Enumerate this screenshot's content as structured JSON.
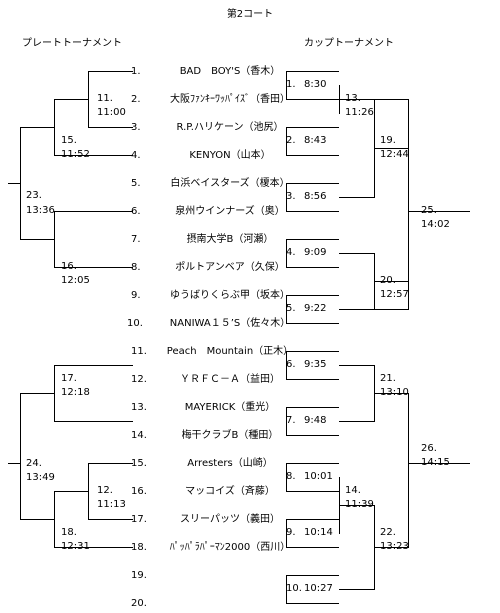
{
  "title": "第2コート",
  "plate_header": "プレートトーナメント",
  "cup_header": "カップトーナメント",
  "entries": [
    {
      "no": "1.",
      "team": "BAD　BOY'S（香木）"
    },
    {
      "no": "2.",
      "team": "大阪ﾌｧﾝｷｰﾜｯﾊﾟｲｽﾞ（香田）"
    },
    {
      "no": "3.",
      "team": "R.P.ハリケーン（池尻）"
    },
    {
      "no": "4.",
      "team": "KENYON（山本）"
    },
    {
      "no": "5.",
      "team": "白浜ベイスターズ（榎本）"
    },
    {
      "no": "6.",
      "team": "泉州ウインナーズ（奥）"
    },
    {
      "no": "7.",
      "team": "摂南大学B（河瀬）"
    },
    {
      "no": "8.",
      "team": "ポルトアンベア（久保）"
    },
    {
      "no": "9.",
      "team": "ゆうばりくらぶ甲（坂本）"
    },
    {
      "no": "10.",
      "team": "NANIWA１５’S（佐々木）"
    },
    {
      "no": "11.",
      "team": "Peach　Mountain（正木）"
    },
    {
      "no": "12.",
      "team": "ＹＲＦＣ－Ａ（益田）"
    },
    {
      "no": "13.",
      "team": "MAYERICK（重光）"
    },
    {
      "no": "14.",
      "team": "梅干クラブB（種田）"
    },
    {
      "no": "15.",
      "team": "Arresters（山崎）"
    },
    {
      "no": "16.",
      "team": "マッコイズ（斉藤）"
    },
    {
      "no": "17.",
      "team": "スリーパッツ（義田）"
    },
    {
      "no": "18.",
      "team": "ﾊﾟｯﾊﾟﾗﾊﾟｰﾏﾝ2000（西川）"
    },
    {
      "no": "19.",
      "team": ""
    },
    {
      "no": "20.",
      "team": ""
    }
  ],
  "plate_matches": [
    {
      "no": "11.",
      "time": "11:00"
    },
    {
      "no": "15.",
      "time": "11:52"
    },
    {
      "no": "16.",
      "time": "12:05"
    },
    {
      "no": "23.",
      "time": "13:36"
    },
    {
      "no": "17.",
      "time": "12:18"
    },
    {
      "no": "12.",
      "time": "11:13"
    },
    {
      "no": "18.",
      "time": "12:31"
    },
    {
      "no": "24.",
      "time": "13:49"
    }
  ],
  "cup_first": [
    {
      "no": "1.",
      "time": "8:30"
    },
    {
      "no": "2.",
      "time": "8:43"
    },
    {
      "no": "3.",
      "time": "8:56"
    },
    {
      "no": "4.",
      "time": "9:09"
    },
    {
      "no": "5.",
      "time": "9:22"
    },
    {
      "no": "6.",
      "time": "9:35"
    },
    {
      "no": "7.",
      "time": "9:48"
    },
    {
      "no": "8.",
      "time": "10:01"
    },
    {
      "no": "9.",
      "time": "10:14"
    },
    {
      "no": "10.",
      "time": "10:27"
    }
  ],
  "cup_matches": [
    {
      "no": "13.",
      "time": "11:26"
    },
    {
      "no": "19.",
      "time": "12:44"
    },
    {
      "no": "20.",
      "time": "12:57"
    },
    {
      "no": "25.",
      "time": "14:02"
    },
    {
      "no": "21.",
      "time": "13:10"
    },
    {
      "no": "14.",
      "time": "11:39"
    },
    {
      "no": "22.",
      "time": "13:23"
    },
    {
      "no": "26.",
      "time": "14:15"
    }
  ]
}
